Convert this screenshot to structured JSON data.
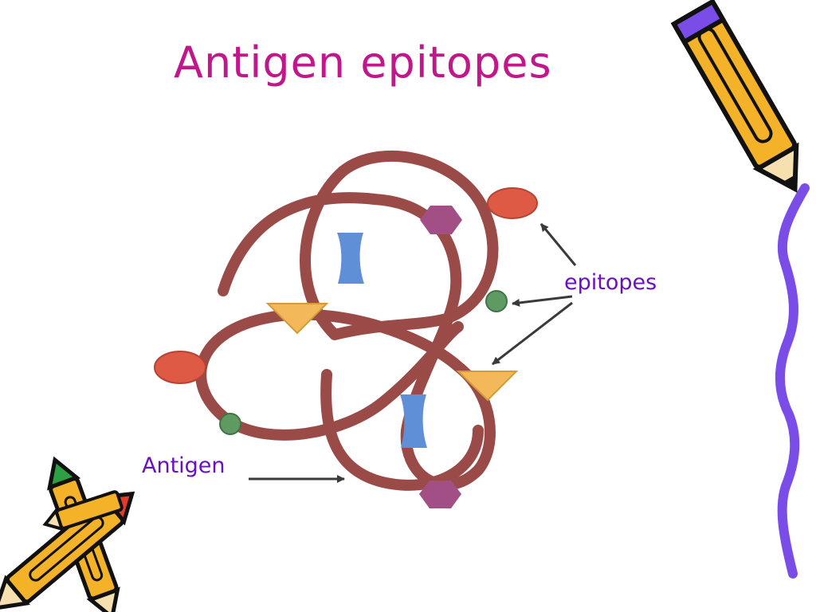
{
  "slide": {
    "title": "Antigen epitopes"
  },
  "diagram": {
    "labels": {
      "epitopes": "epitopes",
      "antigen": "Antigen"
    },
    "colors": {
      "title": "#c0178c",
      "label_text": "#6a0fc4",
      "antigen_strand": "#9a4b47",
      "oval_epitope": "#df5a44",
      "hexagon_epitope": "#a24f86",
      "triangle_epitope": "#f2b85a",
      "circle_epitope": "#5f9a63",
      "rectangle_epitope": "#5f8fd6",
      "arrow": "#3a3a3a",
      "pencil_body": "#f3b227",
      "wavy_border": "#7a4ce8"
    },
    "epitope_shapes": [
      "oval",
      "hexagon",
      "rectangle",
      "triangle",
      "circle"
    ]
  }
}
